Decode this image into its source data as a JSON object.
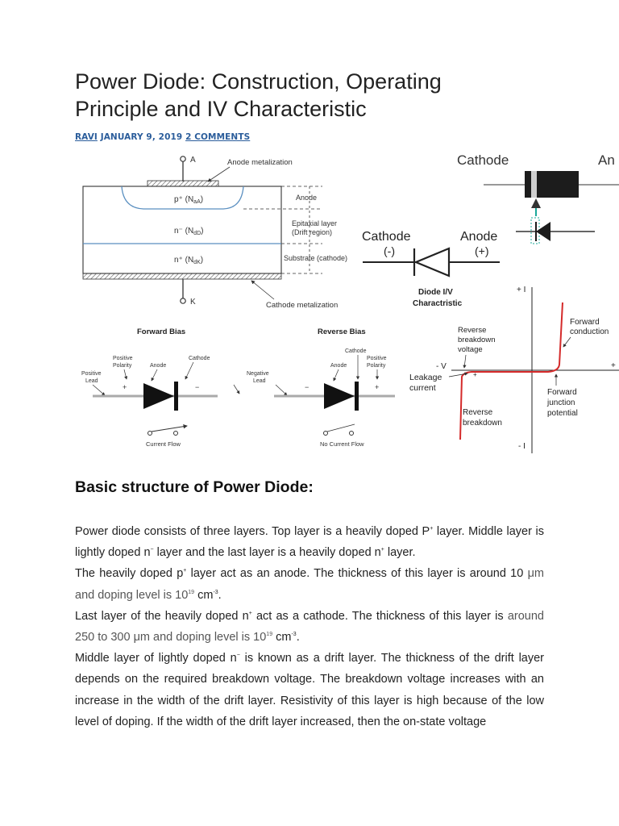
{
  "article": {
    "title": "Power Diode: Construction, Operating Principle and IV Characteristic",
    "author": "RAVI",
    "date": "JANUARY 9, 2019",
    "comments": "2 COMMENTS"
  },
  "figure": {
    "cross_section": {
      "terminal_a": "A",
      "terminal_k": "K",
      "anode_metalization": "Anode metalization",
      "cathode_metalization": "Cathode metalization",
      "layer_p": "p⁺ (N",
      "layer_p_sub": "aA",
      "layer_n_minus": "n⁻ (N",
      "layer_n_minus_sub": "dD",
      "layer_n_plus": "n⁺ (N",
      "layer_n_plus_sub": "dK",
      "side_anode": "Anode",
      "side_epitaxial_1": "Epitaxial layer",
      "side_epitaxial_2": "(Drift region)",
      "side_substrate": "Substrate (cathode)"
    },
    "package": {
      "cathode": "Cathode",
      "anode_partial": "An"
    },
    "symbol": {
      "cathode": "Cathode",
      "cathode_sign": "(-)",
      "anode": "Anode",
      "anode_sign": "(+)"
    },
    "bias": {
      "forward_title": "Forward Bias",
      "reverse_title": "Reverse Bias",
      "positive_polarity_1": "Positive",
      "positive_polarity_2": "Polarity",
      "anode": "Anode",
      "cathode": "Cathode",
      "positive_lead_1": "Positive",
      "positive_lead_2": "Lead",
      "negative_lead_1": "Negative",
      "negative_lead_2": "Lead",
      "current_flow": "Current Flow",
      "no_current_flow": "No Current Flow",
      "plus": "+",
      "minus": "−"
    },
    "iv": {
      "title_1": "Diode I/V",
      "title_2": "Charactristic",
      "plus_i": "+ I",
      "minus_i": "- I",
      "minus_v": "- V",
      "plus_v": "+",
      "reverse_breakdown_voltage_1": "Reverse",
      "reverse_breakdown_voltage_2": "breakdown",
      "reverse_breakdown_voltage_3": "voltage",
      "leakage_1": "Leakage",
      "leakage_2": "current",
      "reverse_breakdown_1": "Reverse",
      "reverse_breakdown_2": "breakdown",
      "forward_conduction_1": "Forward",
      "forward_conduction_2": "conduction",
      "forward_junction_1": "Forward",
      "forward_junction_2": "junction",
      "forward_junction_3": "potential",
      "curve_color": "#d42a2a"
    }
  },
  "section": {
    "heading": "Basic structure of Power Diode:"
  },
  "paragraphs": {
    "p1a": "Power diode consists of three layers. Top layer is a heavily doped P",
    "p1a_sup": "+",
    "p1b": " layer. Middle layer is lightly doped n",
    "p1b_sup": "−",
    "p1c": " layer and the last layer is a heavily doped n",
    "p1c_sup": "+",
    "p1d": " layer.",
    "p2a": "The heavily doped p",
    "p2a_sup": "+",
    "p2b": " layer act as an anode. The thickness of this layer is around 10 ",
    "p2c": "μm and doping level is 10",
    "p2c_sup": "19",
    "p2d": " cm",
    "p2d_sup": "-3",
    "p2e": ".",
    "p3a": "Last layer of the heavily doped n",
    "p3a_sup": "+",
    "p3b": " act as a cathode. The thickness of this layer is ",
    "p3c": "around 250 to 300 μm and doping level is 10",
    "p3c_sup": "19",
    "p3d": " cm",
    "p3d_sup": "-3",
    "p3e": ".",
    "p4a": "Middle layer of lightly doped n",
    "p4a_sup": "−",
    "p4b": " is known as a drift layer. The thickness of the drift layer depends on the required breakdown voltage. The breakdown voltage increases with an increase in the width of the drift layer. Resistivity of this layer is high because of the low level of doping. If the width of the drift layer increased, then the on-state voltage"
  }
}
